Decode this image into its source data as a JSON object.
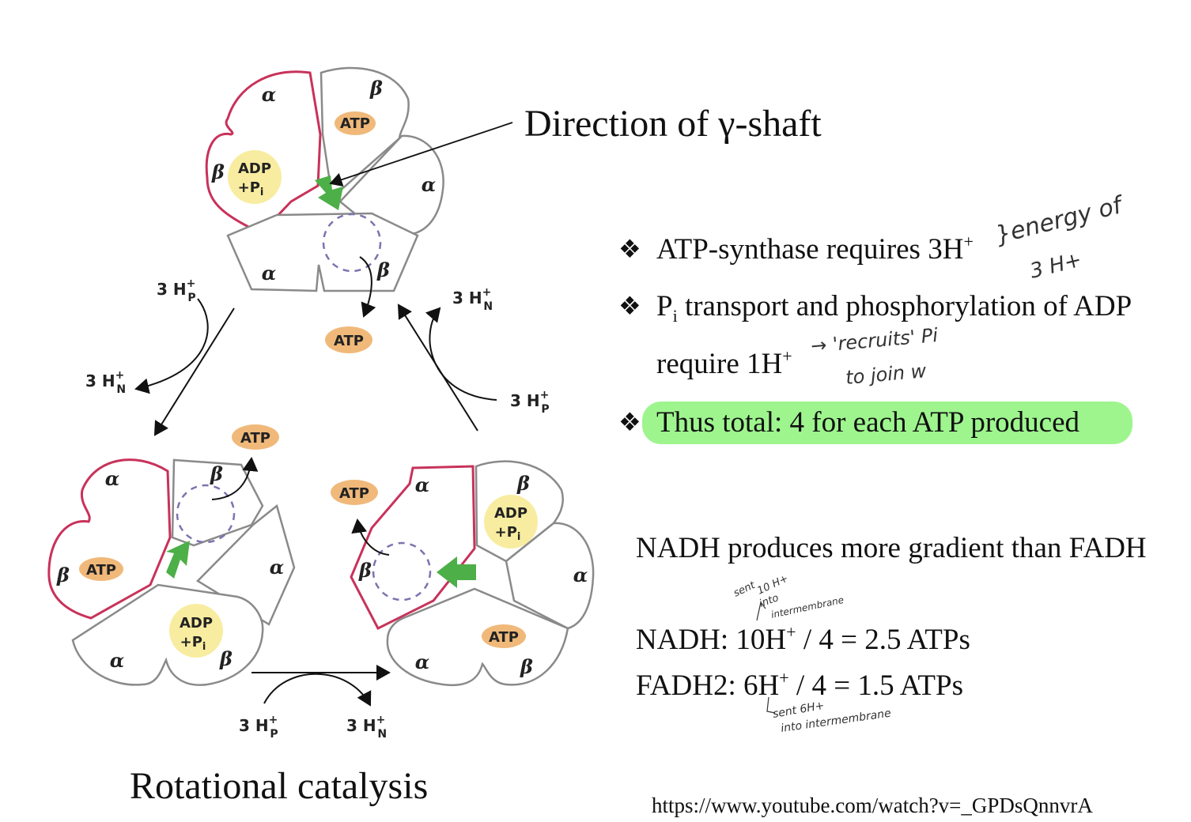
{
  "slide": {
    "direction_label": "Direction of γ-shaft",
    "caption": "Rotational catalysis",
    "url": "https://www.youtube.com/watch?v=_GPDsQnnvrA",
    "bullets": [
      {
        "symbol": "❖",
        "main": "ATP-synthase requires 3H",
        "sup": "+"
      },
      {
        "symbol": "❖",
        "pre": "P",
        "sub": "i",
        "main": " transport and phosphorylation of ADP"
      },
      {
        "main": "require 1H",
        "sup": "+"
      },
      {
        "symbol": "❖",
        "main": "Thus total: 4 for each ATP produced",
        "highlight": "#9ef58e"
      }
    ],
    "nadh_heading": "NADH produces more gradient than FADH",
    "nadh_line": {
      "pre": "NADH: 10H",
      "sup": "+",
      "post": " / 4 = 2.5 ATPs"
    },
    "fadh_line": {
      "pre": "FADH2: 6H",
      "sup": "+",
      "post": " / 4 = 1.5 ATPs"
    },
    "handwritten": {
      "energy_line1": "}energy of",
      "energy_line2": "3 H+",
      "recruits_line1": "→ 'recruits' Pi",
      "recruits_line2": "to join w",
      "sent_nadh_1": "sent",
      "sent_nadh_2": "10 H+",
      "sent_nadh_3": "into",
      "sent_nadh_4": "intermembrane",
      "sent_fadh_1": "sent 6H+",
      "sent_fadh_2": "into intermembrane"
    }
  },
  "diagram": {
    "colors": {
      "red": "#c8325a",
      "gray": "#8a8a8a",
      "green": "#4caf48",
      "atp_fill": "#f0b97a",
      "adp_fill": "#f8eca0",
      "dash": "#7a74b0"
    },
    "greek": {
      "alpha": "α",
      "beta": "β"
    },
    "atp": "ATP",
    "adp_line1": "ADP",
    "adp_line2": "+P",
    "adp_sub": "i",
    "proton": {
      "base": "3 H",
      "sup": "+",
      "p": "P",
      "n": "N"
    }
  }
}
